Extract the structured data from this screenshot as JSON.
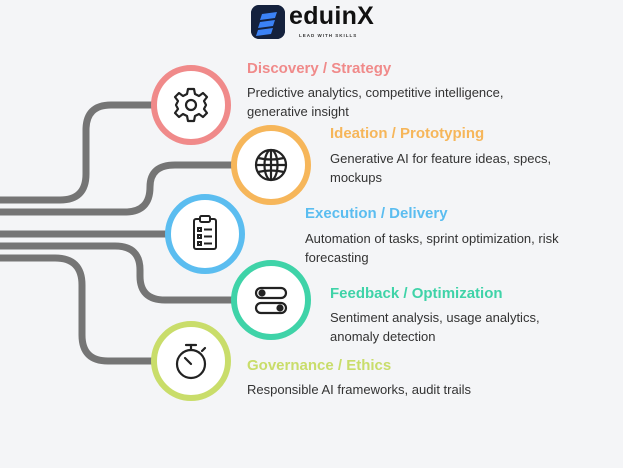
{
  "brand": {
    "name": "eduinX",
    "tagline": "LEAD WITH SKILLS"
  },
  "stages": [
    {
      "title": "Discovery / Strategy",
      "description": "Predictive analytics, competitive intelligence, generative insight",
      "color": "#f08a8a",
      "icon": "gear-icon"
    },
    {
      "title": "Ideation / Prototyping",
      "description": "Generative AI for feature ideas, specs, mockups",
      "color": "#f6b65a",
      "icon": "globe-icon"
    },
    {
      "title": "Execution / Delivery",
      "description": "Automation of tasks, sprint optimization, risk forecasting",
      "color": "#5bbdf0",
      "icon": "clipboard-checklist-icon"
    },
    {
      "title": "Feedback / Optimization",
      "description": "Sentiment analysis, usage analytics, anomaly detection",
      "color": "#3fd3a8",
      "icon": "toggle-switches-icon"
    },
    {
      "title": "Governance / Ethics",
      "description": "Responsible AI frameworks, audit trails",
      "color": "#c9dd6a",
      "icon": "stopwatch-icon"
    }
  ]
}
